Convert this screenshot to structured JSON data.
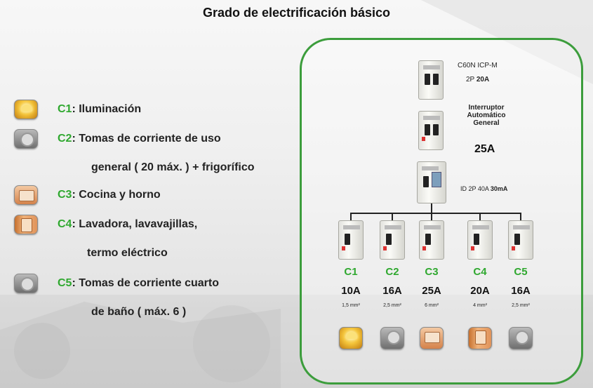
{
  "title": "Grado de electrificación básico",
  "legend": [
    {
      "icon": "lamp-icon",
      "code": "C1",
      "text": " : Iluminación",
      "cont": ""
    },
    {
      "icon": "socket-icon",
      "code": "C2",
      "text": " : Tomas de corriente de uso",
      "cont": "general ( 20 máx. ) + frigorífico"
    },
    {
      "icon": "kitchen-icon",
      "code": "C3",
      "text": " : Cocina y horno",
      "cont": ""
    },
    {
      "icon": "washer-icon",
      "code": "C4",
      "text": " : Lavadora, lavavajillas,",
      "cont": "termo eléctrico"
    },
    {
      "icon": "socket-icon",
      "code": "C5",
      "text": " : Tomas de corriente cuarto",
      "cont": "de baño ( máx. 6 )"
    }
  ],
  "diagram": {
    "icp_model": "C60N ICP-M",
    "icp_rating_prefix": "2P ",
    "icp_rating": "20A",
    "iga_label_1": "Interruptor",
    "iga_label_2": "Automático",
    "iga_label_3": "General",
    "iga_amps": "25A",
    "id_label_prefix": "ID 2P 40A ",
    "id_label_sens": "30mA",
    "circuits": [
      {
        "code": "C1",
        "amps": "10A",
        "section": "1,5 mm²",
        "icon": "lamp-icon"
      },
      {
        "code": "C2",
        "amps": "16A",
        "section": "2,5 mm²",
        "icon": "socket-icon"
      },
      {
        "code": "C3",
        "amps": "25A",
        "section": "6 mm²",
        "icon": "kitchen-icon"
      },
      {
        "code": "C4",
        "amps": "20A",
        "section": "4 mm²",
        "icon": "washer-icon"
      },
      {
        "code": "C5",
        "amps": "16A",
        "section": "2,5 mm²",
        "icon": "socket-icon"
      }
    ]
  },
  "colors": {
    "accent_green": "#2fa82f",
    "panel_border": "#3c9d3c"
  }
}
